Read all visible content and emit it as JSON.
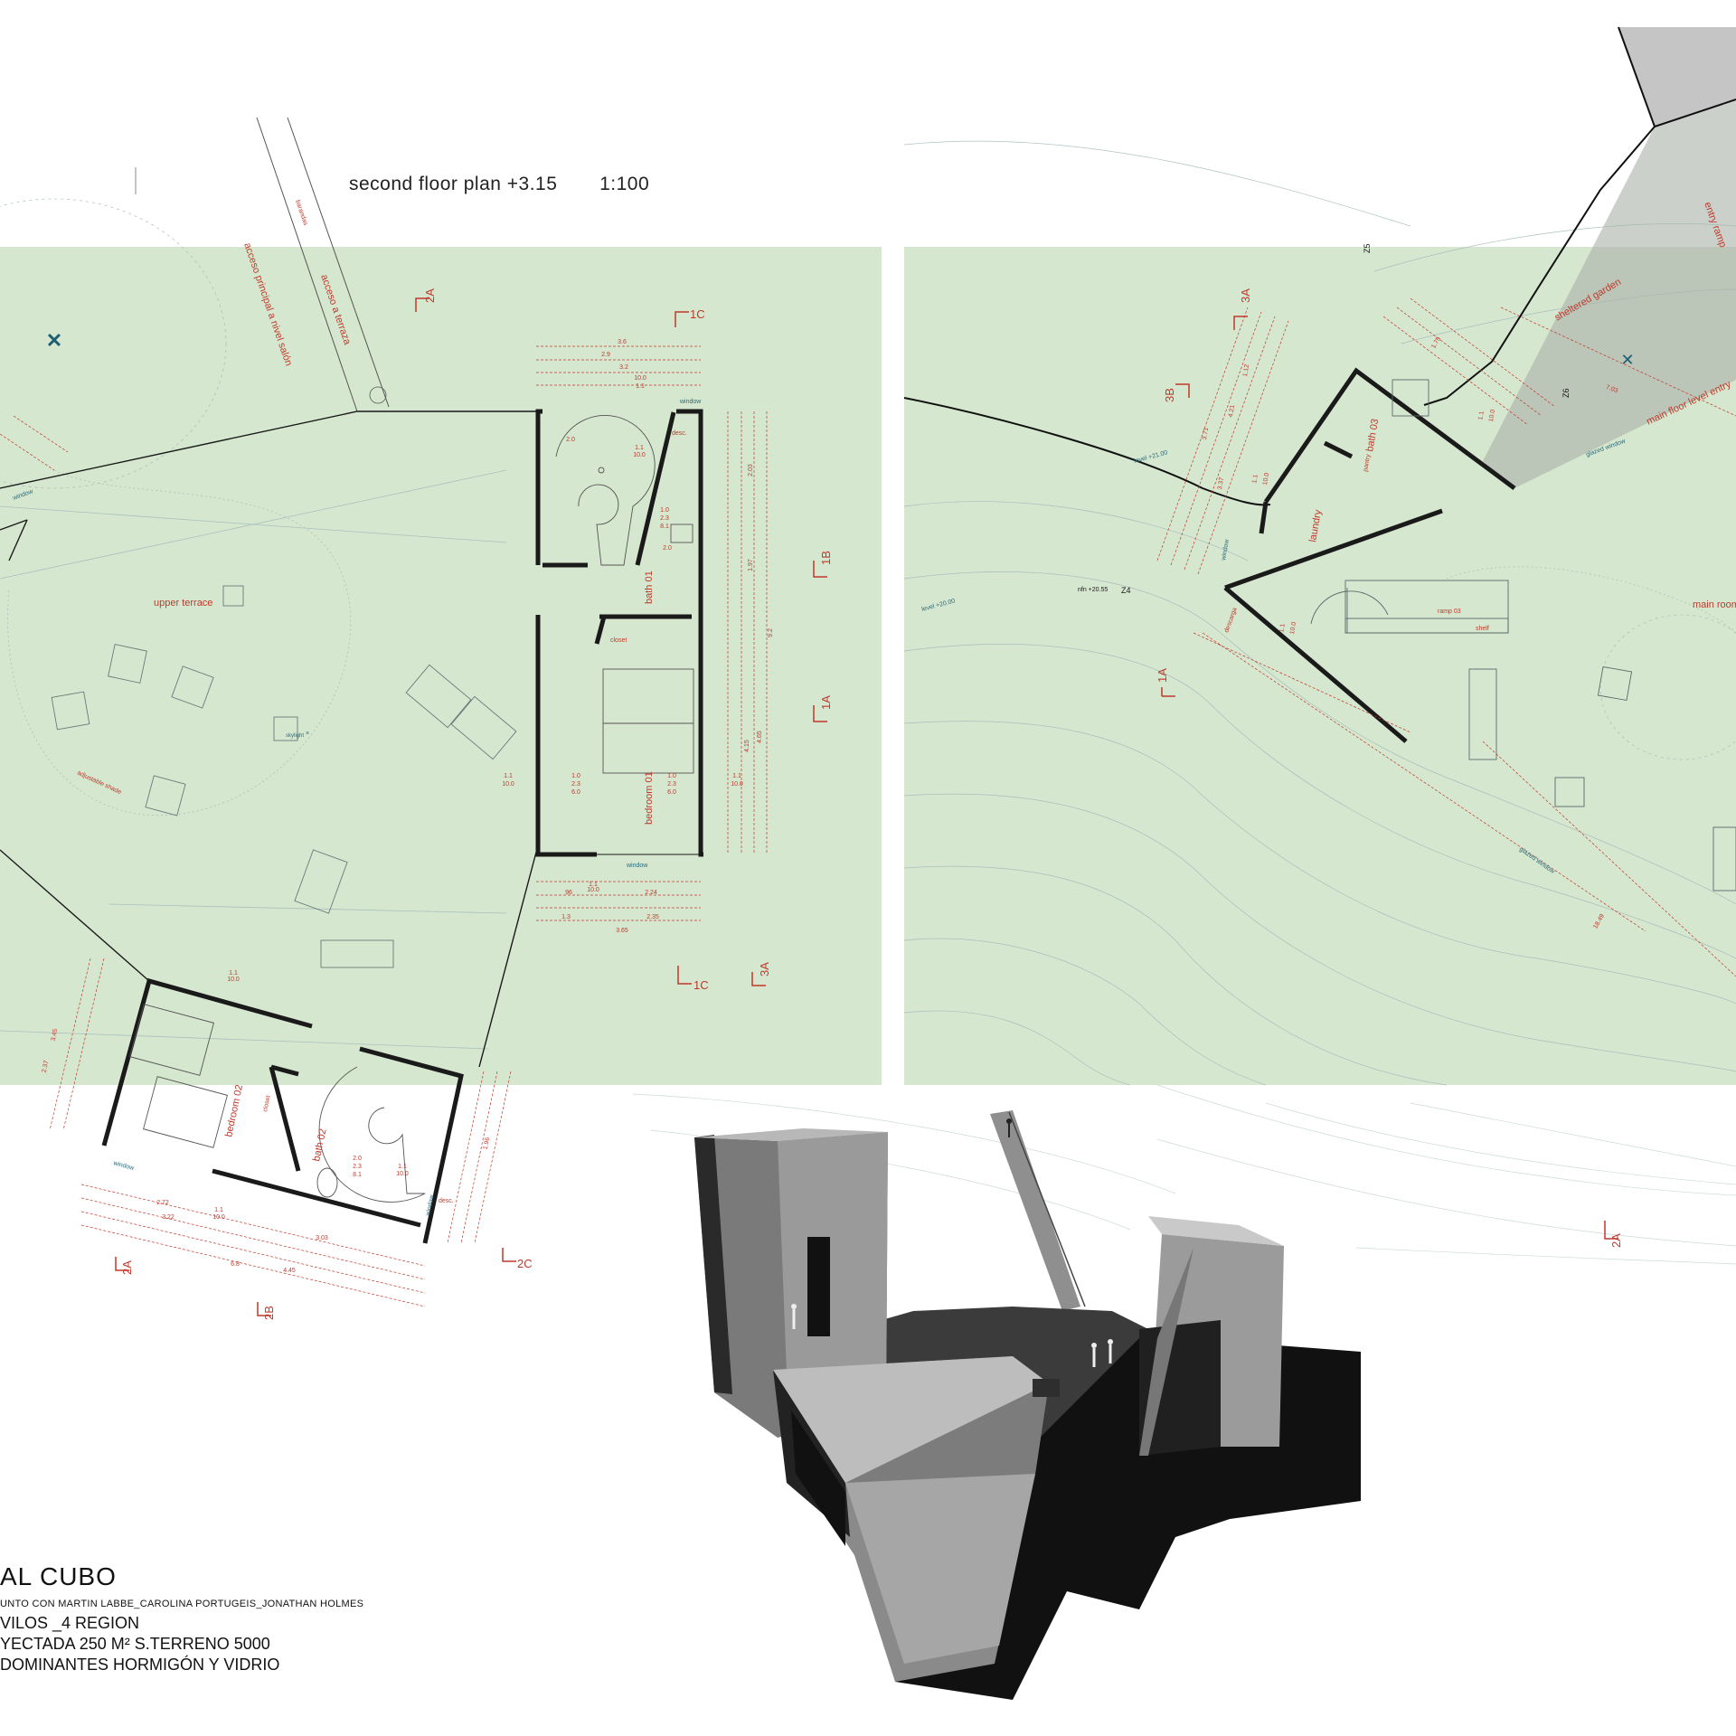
{
  "drawing_title": "second floor plan +3.15",
  "scale": "1:100",
  "colors": {
    "band": "#d6e7cf",
    "wall": "#1a1a1a",
    "dimension": "#c0392b",
    "annotation": "#2a6a7a",
    "site_line": "#9fb7b9"
  },
  "room_labels": {
    "upper_terrace": "upper terrace",
    "bath_01": "bath 01",
    "bedroom_01": "bedroom 01",
    "bedroom_02": "bedroom 02",
    "bath_02": "bath 02",
    "bath_03": "bath 03",
    "laundry": "laundry",
    "sheltered_garden": "sheltered garden",
    "main_room": "main room",
    "pantry": "pantry",
    "ramp_03": "ramp 03",
    "shelf": "shelf",
    "closet": "closet",
    "adjustable_shade": "adjustable shade",
    "skylight": "skylight"
  },
  "annotations": {
    "acceso_principal": "acceso principal a nivel salón",
    "acceso_terraza": "acceso a terraza",
    "barandas": "barandas",
    "window": "window",
    "glazed_window": "glazed window",
    "entry_ramp": "entry ramp",
    "main_floor_entry": "main floor level entry",
    "level_2100": "level +21.00",
    "level_2000": "level +20.00",
    "npt_2055": "nfn +20.55",
    "desc": "desc.",
    "desc_2": "descarga"
  },
  "section_marks": [
    "2A",
    "1C",
    "1B",
    "1A",
    "1C",
    "3A",
    "3A",
    "3B",
    "1A",
    "2A",
    "2B",
    "2C",
    "2A",
    "Z5",
    "Z6",
    "Z4"
  ],
  "dimensions": {
    "d1": "3.6",
    "d2": "2.9",
    "d3": "3.2",
    "d4": "10.0",
    "d5": "1.1",
    "d6": "2.03",
    "d7": "1.97",
    "d8": "9.2",
    "d9": "4.65",
    "d10": "4.15",
    "d11": "2.24",
    "d12": "2.35",
    "d13": "3.65",
    "d14": "96",
    "d15": "1.3",
    "d16": "2.72",
    "d17": "3.22",
    "d18": "3.03",
    "d19": "6.8",
    "d20": "4.45",
    "d21": "3.45",
    "d22": "2.37",
    "d23": "1.96",
    "d24": "7.03",
    "d25": "18.49",
    "d26": "1.75",
    "d27": "3.71",
    "d28": "3.37",
    "d29": "4.21",
    "d30": "1.12",
    "d31": "2.0",
    "d32": "6.0",
    "d33": "2.3",
    "d34": "8.1",
    "d35": "1.0"
  },
  "project": {
    "name": "AL CUBO",
    "credits": "UNTO CON MARTIN LABBE_CAROLINA PORTUGEIS_JONATHAN HOLMES",
    "location": " VILOS _4 REGION",
    "area": "YECTADA 250 M² S.TERRENO 5000",
    "materials": "DOMINANTES HORMIGÓN Y VIDRIO"
  }
}
